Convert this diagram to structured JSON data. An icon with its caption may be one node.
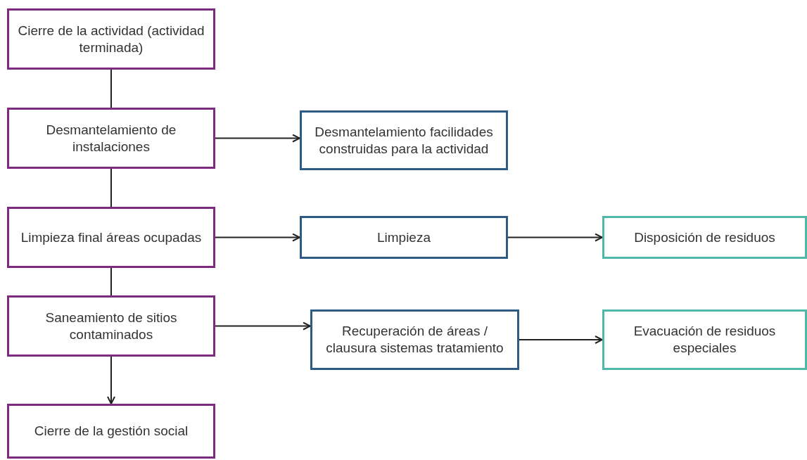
{
  "diagram": {
    "nodes": [
      {
        "text": [
          "Cierre de la actividad (actividad terminada)"
        ]
      },
      {
        "text": [
          "Desmantelamiento de instalaciones"
        ]
      },
      {
        "text": [
          "Limpieza final áreas ocupadas"
        ]
      },
      {
        "text": [
          "Saneamiento de sitios contaminados"
        ]
      },
      {
        "text": [
          "Cierre de la gestión social"
        ]
      },
      {
        "text": [
          "Desmantelamiento facilidades construidas para la actividad"
        ]
      },
      {
        "text": [
          "Limpieza"
        ]
      },
      {
        "text": [
          "Disposición de residuos"
        ]
      },
      {
        "text": [
          "Recuperación de áreas / clausura sistemas tratamiento"
        ]
      },
      {
        "text": [
          "Evacuación de residuos especiales"
        ]
      }
    ],
    "edges": [
      {
        "from": 0,
        "to": 1,
        "arrow": "none"
      },
      {
        "from": 1,
        "to": 2,
        "arrow": "none"
      },
      {
        "from": 2,
        "to": 3,
        "arrow": "none"
      },
      {
        "from": 3,
        "to": 4,
        "arrow": "to"
      },
      {
        "from": 1,
        "to": 5,
        "arrow": "to"
      },
      {
        "from": 2,
        "to": 6,
        "arrow": "to"
      },
      {
        "from": 6,
        "to": 7,
        "arrow": "to"
      },
      {
        "from": 3,
        "to": 8,
        "arrow": "to"
      },
      {
        "from": 8,
        "to": 9,
        "arrow": "to"
      }
    ]
  }
}
